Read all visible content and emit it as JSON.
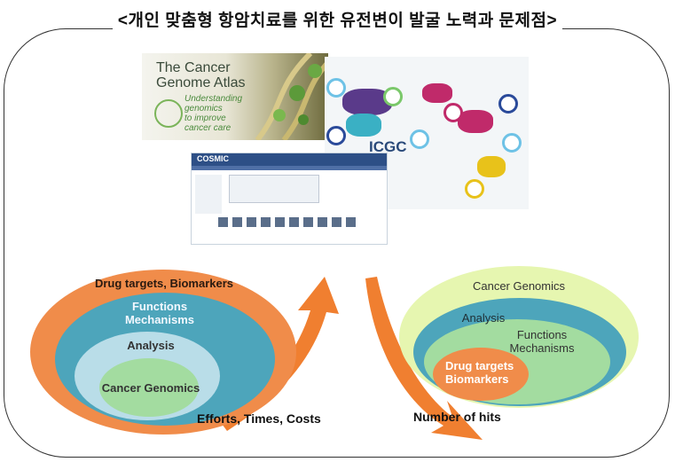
{
  "title": "<개인 맞춤형 항암치료를 위한 유전변이 발굴 노력과 문제점>",
  "tcga": {
    "line1": "The Cancer",
    "line2": "Genome Atlas",
    "tagline": [
      "Understanding",
      "genomics",
      "to improve",
      "cancer care"
    ]
  },
  "icgc": {
    "label": "ICGC"
  },
  "cosmic": {
    "brand": "COSMIC"
  },
  "left_diagram": {
    "outer": "Drug targets,  Biomarkers",
    "second": [
      "Functions",
      "Mechanisms"
    ],
    "third": "Analysis",
    "inner": "Cancer Genomics",
    "caption": "Efforts, Times, Costs"
  },
  "right_diagram": {
    "outer": "Cancer Genomics",
    "second": "Analysis",
    "third": [
      "Functions",
      "Mechanisms"
    ],
    "inner": [
      "Drug targets",
      "Biomarkers"
    ],
    "caption": "Number of hits"
  },
  "colors": {
    "orange": "#f08c4a",
    "teal": "#4da5bb",
    "light_green": "#a3dca0",
    "pale_green": "#e6f6b0",
    "light_blue": "#b9dde8"
  }
}
